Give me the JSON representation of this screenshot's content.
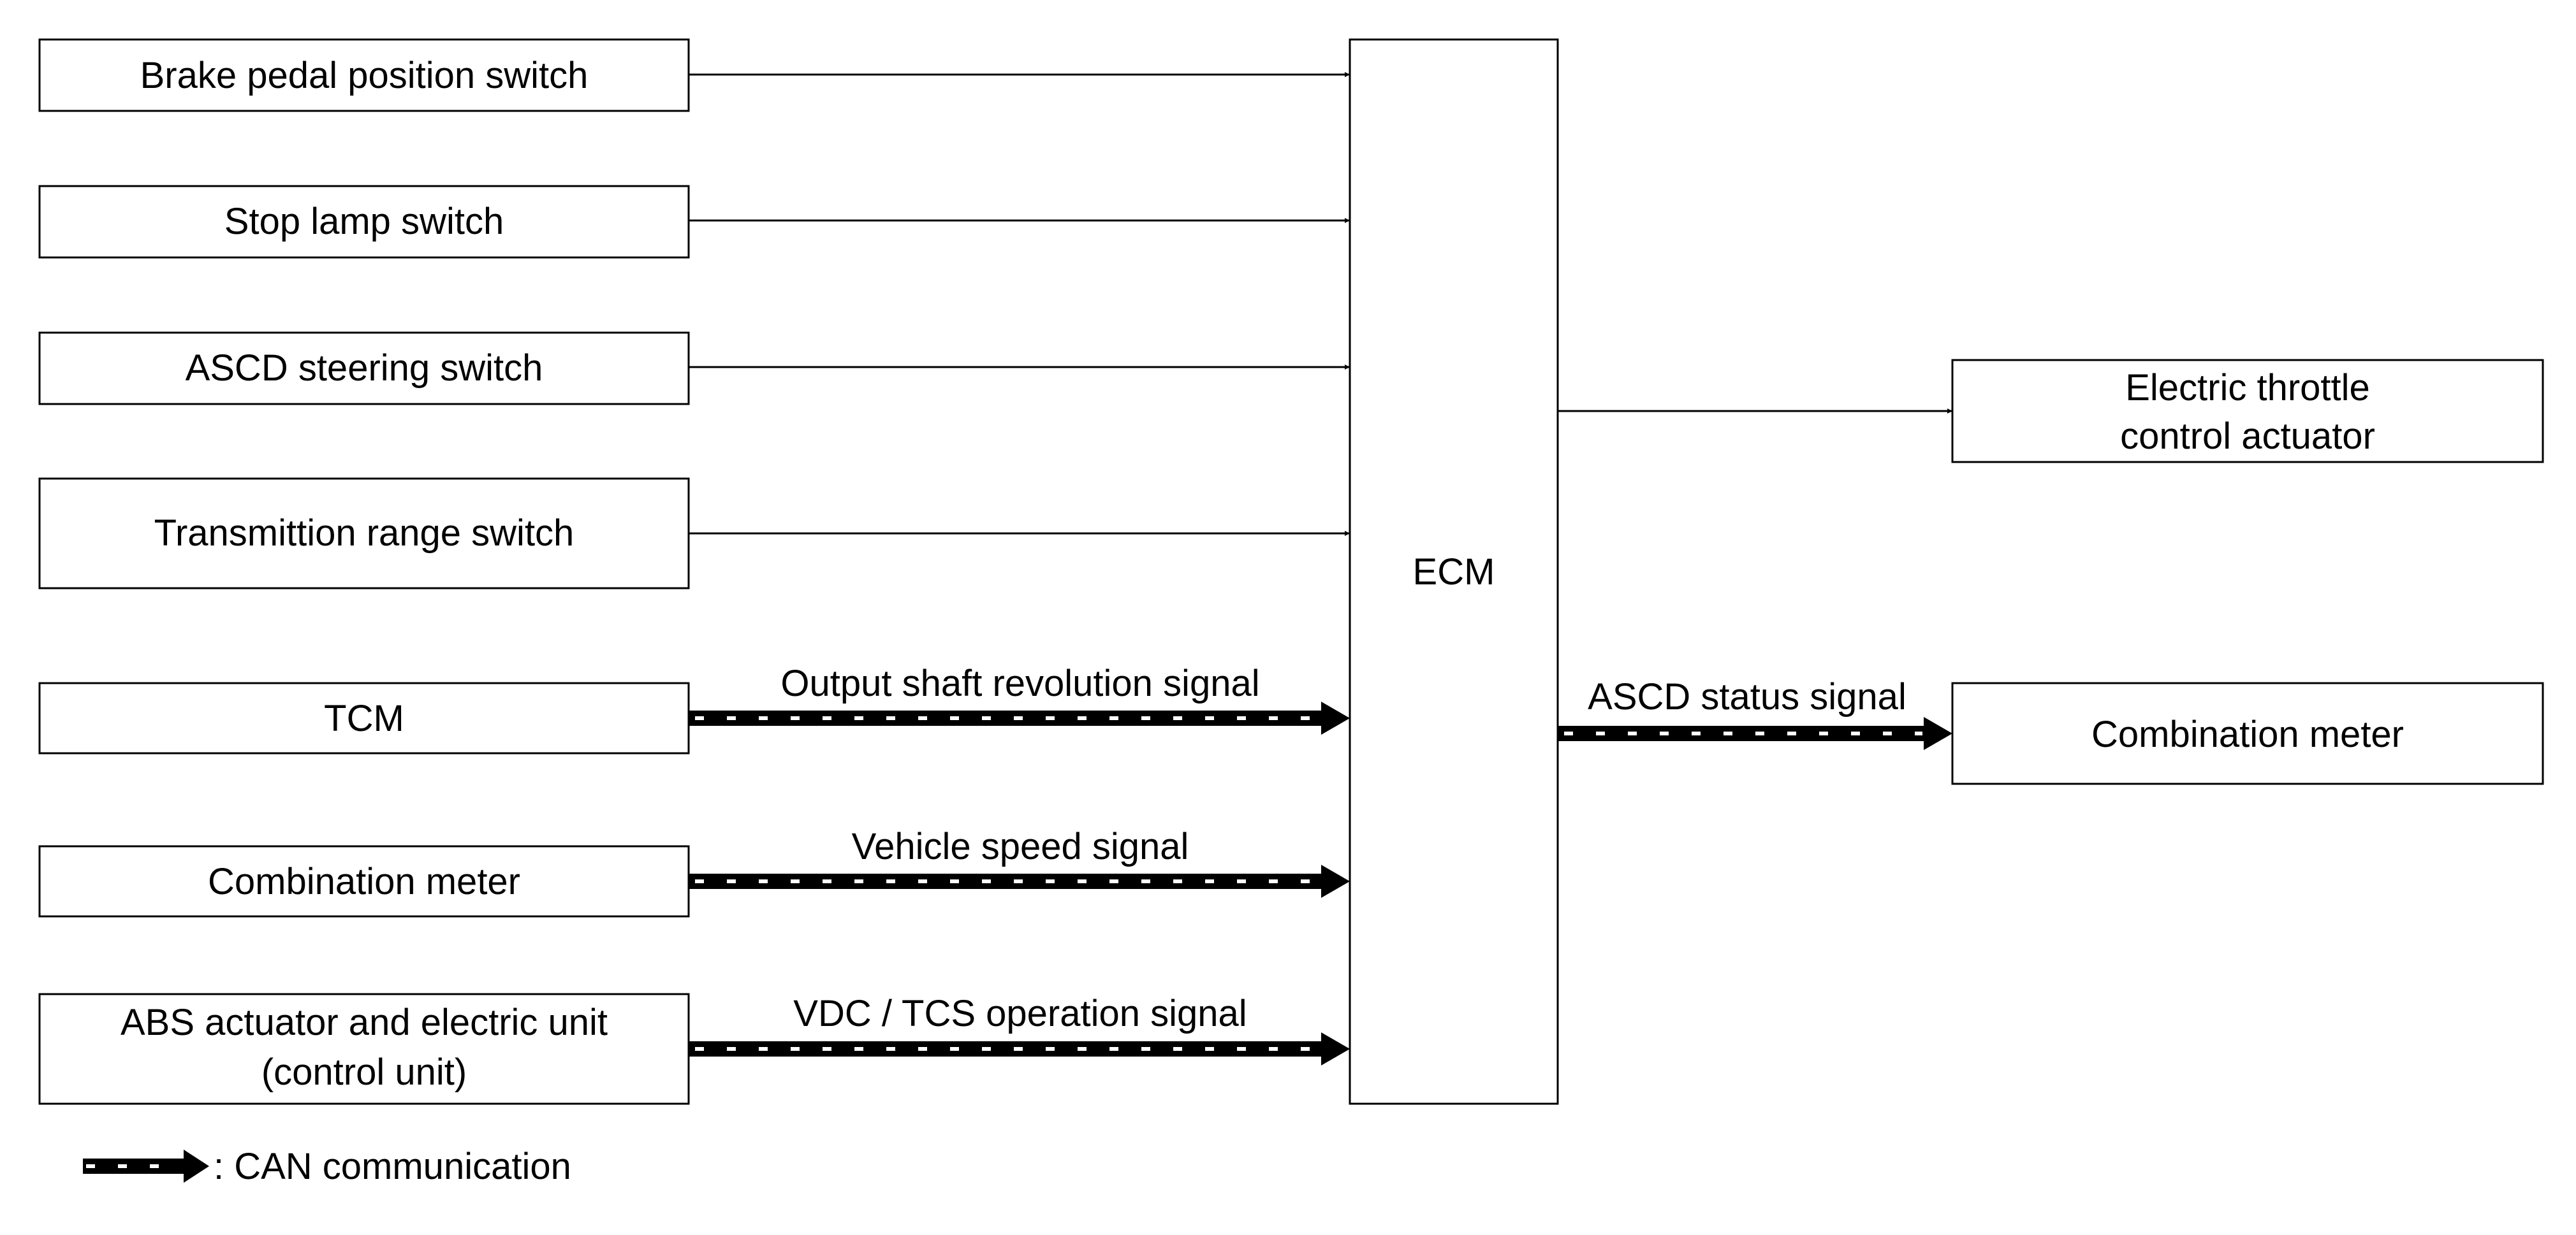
{
  "inputs": {
    "brake_pedal": "Brake pedal position switch",
    "stop_lamp": "Stop lamp switch",
    "ascd_steering": "ASCD steering switch",
    "transmission_range": "Transmittion range switch",
    "tcm": "TCM",
    "combination_meter": "Combination meter",
    "abs_line1": "ABS actuator and electric unit",
    "abs_line2": "(control unit)"
  },
  "ecm": "ECM",
  "outputs": {
    "throttle_line1": "Electric throttle",
    "throttle_line2": "control actuator",
    "combination_meter": "Combination meter"
  },
  "signals": {
    "output_shaft": "Output shaft revolution signal",
    "vehicle_speed": "Vehicle speed signal",
    "vdc_tcs": "VDC / TCS operation signal",
    "ascd_status": "ASCD status signal"
  },
  "legend": {
    "can": ": CAN communication"
  }
}
